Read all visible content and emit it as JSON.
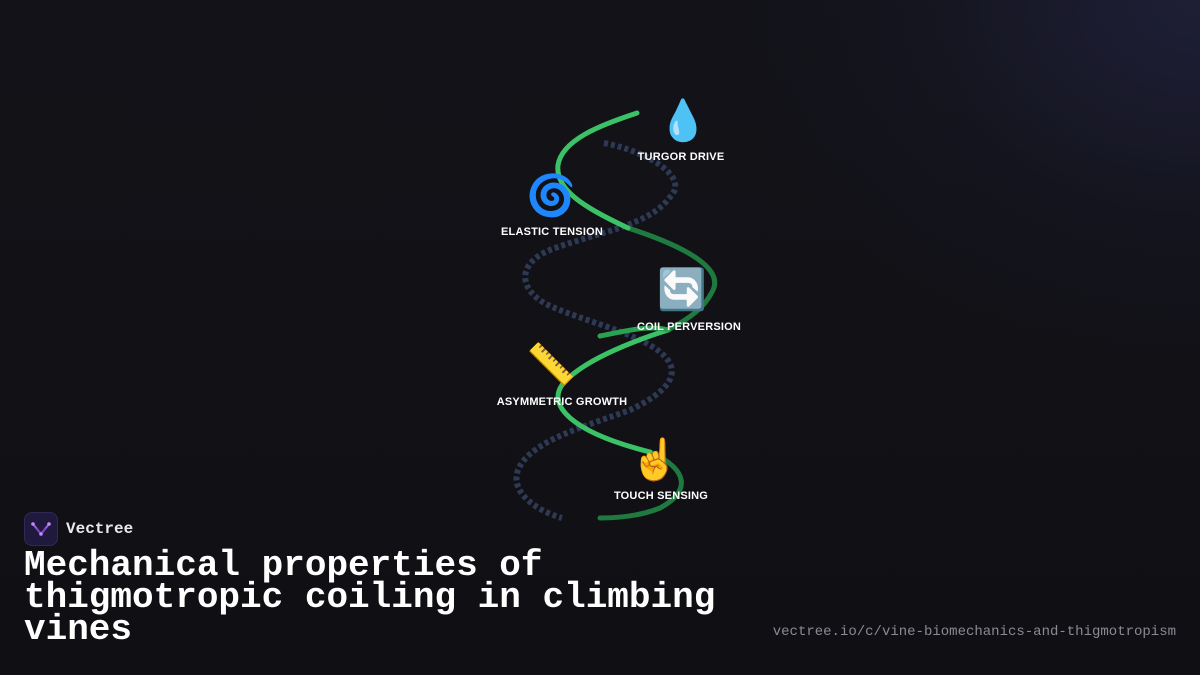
{
  "brand": {
    "name": "Vectree",
    "logo_icon": "vectree-logo-icon",
    "logo_color": "#a15be8"
  },
  "title": "Mechanical properties of thigmotropic coiling in climbing vines",
  "source_url": "vectree.io/c/vine-biomechanics-and-thigmotropism",
  "diagram": {
    "colors": {
      "vine_front": "#3cc266",
      "vine_back": "#1f7a40",
      "support_coil": "#2e3a55",
      "label": "#ffffff"
    },
    "nodes": [
      {
        "icon": "💧",
        "icon_name": "droplet-icon",
        "label": "TURGOR DRIVE"
      },
      {
        "icon": "🌀",
        "icon_name": "cyclone-icon",
        "label": "ELASTIC TENSION"
      },
      {
        "icon": "🔄",
        "icon_name": "rotate-arrows-icon",
        "label": "COIL PERVERSION"
      },
      {
        "icon": "📏",
        "icon_name": "ruler-icon",
        "label": "ASYMMETRIC GROWTH"
      },
      {
        "icon": "☝️",
        "icon_name": "pointing-finger-icon",
        "label": "TOUCH SENSING"
      }
    ]
  }
}
